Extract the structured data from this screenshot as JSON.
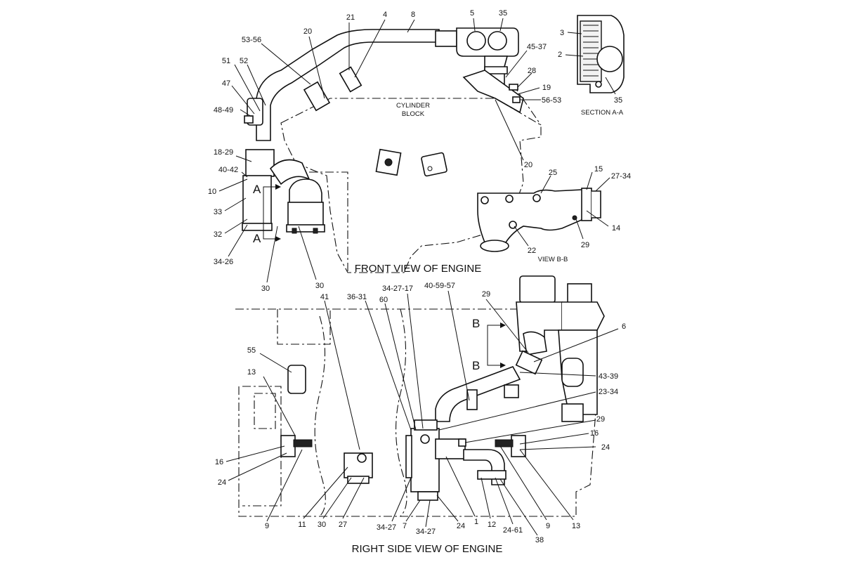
{
  "views": {
    "front_title": "FRONT VIEW OF ENGINE",
    "side_title": "RIGHT SIDE VIEW OF ENGINE",
    "view_bb": "VIEW B-B",
    "section_aa": "SECTION A-A",
    "cylinder_block_line1": "CYLINDER",
    "cylinder_block_line2": "BLOCK"
  },
  "section_markers": {
    "a_top": "A",
    "a_bottom": "A",
    "b_top": "B",
    "b_bottom": "B"
  },
  "callouts_front": [
    "21",
    "4",
    "8",
    "5",
    "35",
    "20",
    "53-56",
    "51",
    "52",
    "47",
    "48-49",
    "18-29",
    "40-42",
    "10",
    "33",
    "32",
    "34-26",
    "30",
    "30",
    "20",
    "45-37",
    "28",
    "19",
    "56-53"
  ],
  "callouts_section": [
    "3",
    "2",
    "35"
  ],
  "callouts_viewbb": [
    "25",
    "15",
    "27-34",
    "14",
    "29",
    "22"
  ],
  "callouts_side": [
    "41",
    "36-31",
    "60",
    "34-27-17",
    "40-59-57",
    "29",
    "6",
    "43-39",
    "23-34",
    "29",
    "16",
    "24",
    "55",
    "13",
    "16",
    "24",
    "9",
    "11",
    "30",
    "27",
    "34-27",
    "7",
    "34-27",
    "24",
    "1",
    "12",
    "24-61",
    "38",
    "9",
    "13"
  ]
}
